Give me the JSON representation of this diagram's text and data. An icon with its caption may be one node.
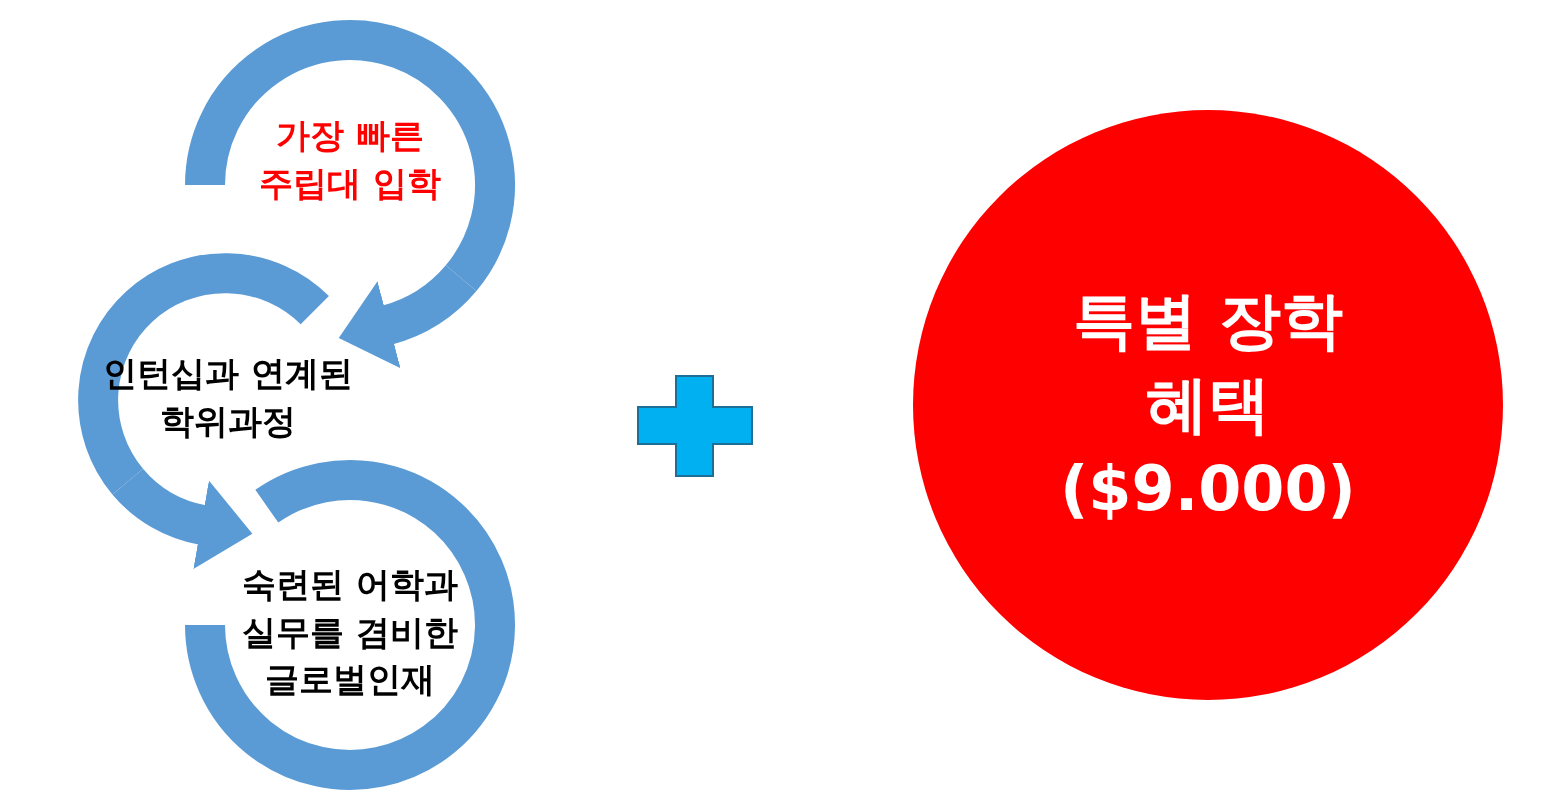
{
  "diagram": {
    "nodes": [
      {
        "text": [
          "가장 빠른 주립대 입학"
        ]
      },
      {
        "text": [
          "인턴십과 연계된 학위과정"
        ]
      },
      {
        "text": [
          "숙련된 어학과 실무를 겸비한 글로벌인재"
        ]
      },
      {
        "text": [
          "특별 장학 혜택",
          "($9.000)"
        ]
      }
    ],
    "edges": [
      {
        "from": 0,
        "to": 1,
        "arrow": "to"
      },
      {
        "from": 1,
        "to": 2,
        "arrow": "to"
      }
    ]
  }
}
